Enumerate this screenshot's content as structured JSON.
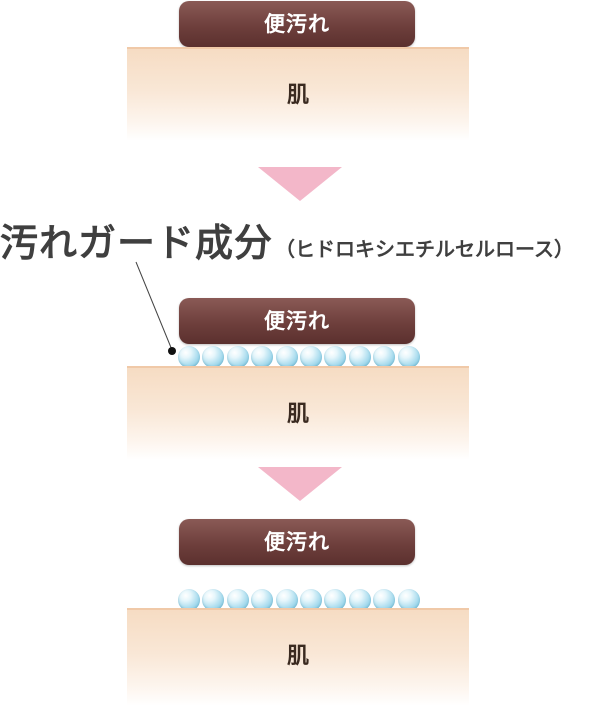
{
  "labels": {
    "dirt": "便汚れ",
    "skin": "肌",
    "ingredient": "汚れガード成分",
    "ingredient_detail": "（ヒドロキシエチルセルロース）"
  },
  "colors": {
    "dirt": "#6e3f3c",
    "skin": "#f6dcc3",
    "arrow": "#f3b7c9",
    "bead": "#8fd0e6"
  },
  "panels": [
    {
      "name": "before",
      "beads": 0
    },
    {
      "name": "protected",
      "beads": 10
    },
    {
      "name": "released",
      "beads": 10
    }
  ]
}
